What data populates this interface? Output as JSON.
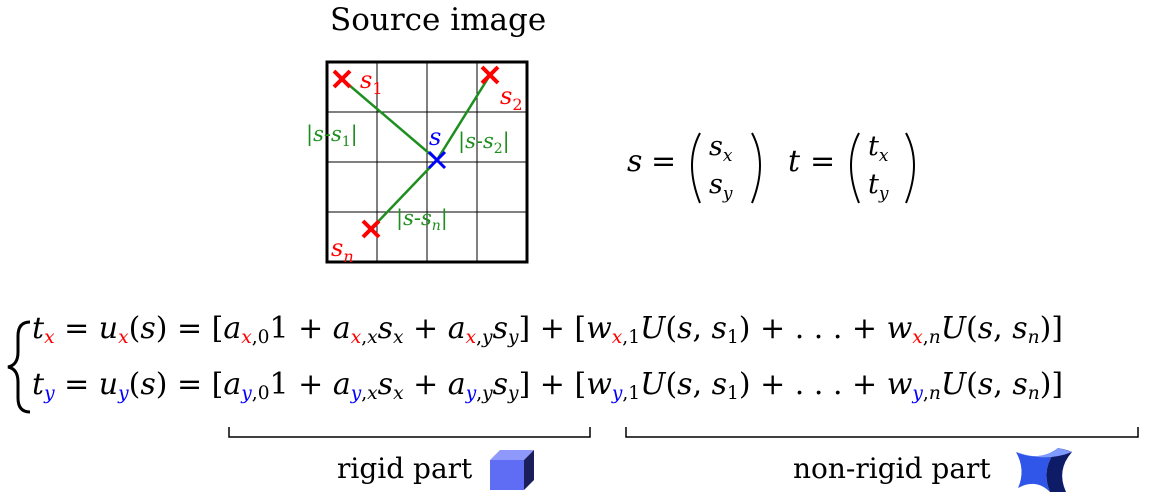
{
  "title": "Source image",
  "points": {
    "s1": "s",
    "s1_sub": "1",
    "s2": "s",
    "s2_sub": "2",
    "s": "s",
    "sn": "s",
    "sn_sub": "n"
  },
  "distances": {
    "d1": "|s-s",
    "d1_sub": "1",
    "d1_end": "|",
    "d2": "|s-s",
    "d2_sub": "2",
    "d2_end": "|",
    "dn": "|s-s",
    "dn_sub": "n",
    "dn_end": "|"
  },
  "vectors": {
    "s_name": "s",
    "s_top": "s",
    "s_top_sub": "x",
    "s_bot": "s",
    "s_bot_sub": "y",
    "t_name": "t",
    "t_top": "t",
    "t_top_sub": "x",
    "t_bot": "t",
    "t_bot_sub": "y",
    "equals": "="
  },
  "labels": {
    "rigid": "rigid part",
    "nonrigid": "non-rigid part"
  },
  "colors": {
    "red": "#ff0000",
    "blue": "#0000ff",
    "green": "#1e8f1e",
    "cube": "#5f6df5",
    "shape": "#2f56e8"
  }
}
